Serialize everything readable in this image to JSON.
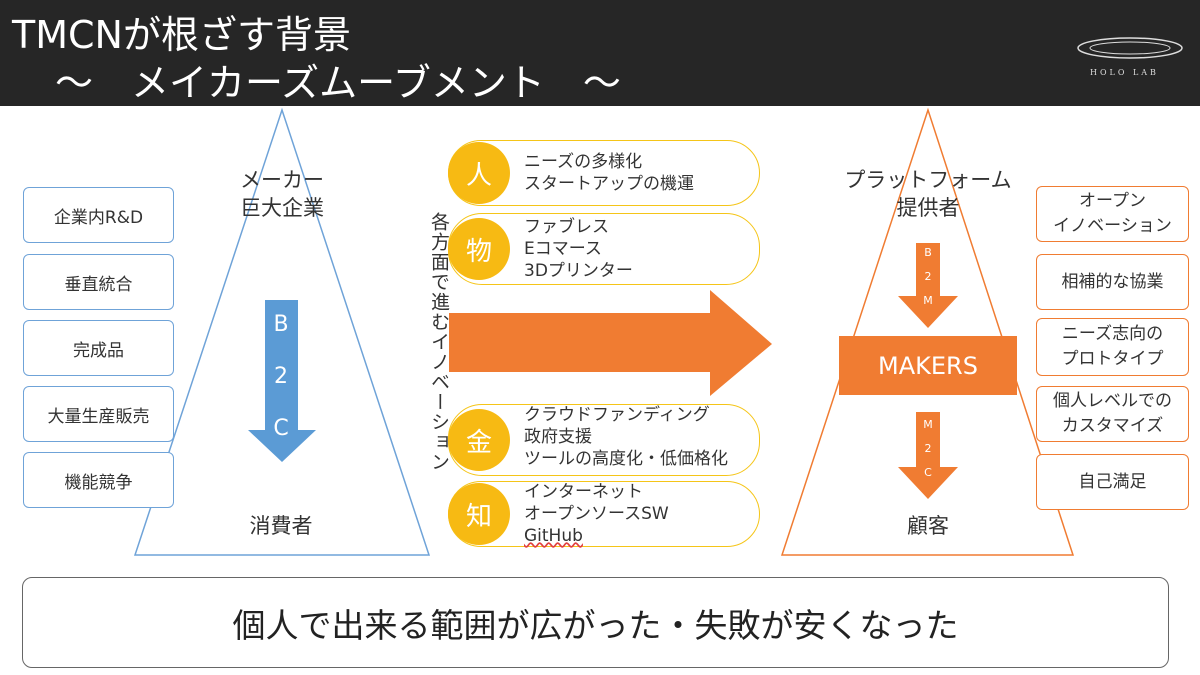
{
  "header": {
    "title_line1": "TMCNが根ざす背景",
    "title_line2": "～　メイカーズムーブメント　～",
    "logo_text": "HOLO LAB"
  },
  "left": {
    "top_label_line1": "メーカー",
    "top_label_line2": "巨大企業",
    "arrow_letters": [
      "B",
      "2",
      "C"
    ],
    "bottom_label": "消費者",
    "boxes": [
      "企業内R&D",
      "垂直統合",
      "完成品",
      "大量生産販売",
      "機能競争"
    ]
  },
  "middle": {
    "vertical_text": "各方面で進むイノベーション",
    "pills": [
      {
        "icon": "人",
        "lines": [
          "ニーズの多様化",
          "スタートアップの機運"
        ]
      },
      {
        "icon": "物",
        "lines": [
          "ファブレス",
          "Eコマース",
          "3Dプリンター"
        ]
      },
      {
        "icon": "金",
        "lines": [
          "クラウドファンディング",
          "政府支援",
          "ツールの高度化・低価格化"
        ]
      },
      {
        "icon": "知",
        "lines": [
          "インターネット",
          "オープンソースSW",
          "GitHub"
        ]
      }
    ]
  },
  "right": {
    "top_label_line1": "プラットフォーム",
    "top_label_line2": "提供者",
    "top_arrow_letters": [
      "B",
      "2",
      "M"
    ],
    "makers_label": "MAKERS",
    "bottom_arrow_letters": [
      "M",
      "2",
      "C"
    ],
    "bottom_label": "顧客",
    "boxes": [
      [
        "オープン",
        "イノベーション"
      ],
      [
        "相補的な協業"
      ],
      [
        "ニーズ志向の",
        "プロトタイプ"
      ],
      [
        "個人レベルでの",
        "カスタマイズ"
      ],
      [
        "自己満足"
      ]
    ]
  },
  "footer": {
    "message": "個人で出来る範囲が広がった・失敗が安くなった"
  },
  "colors": {
    "header_bg": "#262626",
    "blue": "#5b9bd5",
    "orange": "#f07c32",
    "yellow": "#f7ba13"
  }
}
